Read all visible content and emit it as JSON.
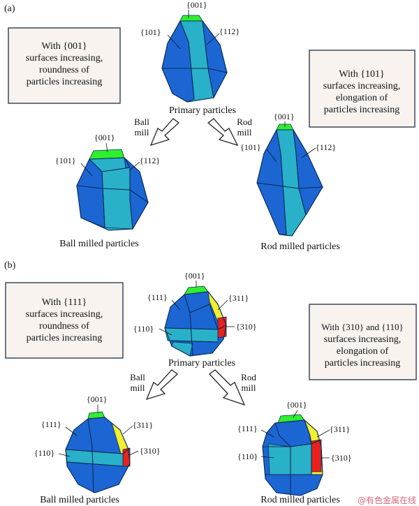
{
  "colors": {
    "face_001": "#2ef02e",
    "face_dark": "#1c66d4",
    "face_cyan": "#29b1c9",
    "face_yellow": "#f4f030",
    "face_red": "#e8211c",
    "edge": "#0a2a52"
  },
  "panel_a": {
    "label": "(a)",
    "box_left": [
      "With {001}",
      "surfaces increasing,",
      "roundness of",
      "particles increasing"
    ],
    "box_right": [
      "With {101}",
      "surfaces increasing,",
      "elongation of",
      "particles increasing"
    ],
    "primary": {
      "caption": "Primary particles",
      "l001": "{001}",
      "l101": "{101}",
      "l112": "{112}"
    },
    "ball": {
      "arrow": [
        "Ball",
        "mill"
      ],
      "caption": "Ball milled particles",
      "l001": "{001}",
      "l101": "{101}",
      "l112": "{112}"
    },
    "rod": {
      "arrow": [
        "Rod",
        "mill"
      ],
      "caption": "Rod milled particles",
      "l001": "{001}",
      "l101": "{101}",
      "l112": "{112}"
    }
  },
  "panel_b": {
    "label": "(b)",
    "box_left": [
      "With {111}",
      "surfaces increasing,",
      "roundness of",
      "particles increasing"
    ],
    "box_right": [
      "With {310} and {110}",
      "surfaces increasing,",
      "elongation of",
      "particles increasing"
    ],
    "primary": {
      "caption": "Primary particles",
      "l001": "{001}",
      "l111": "{111}",
      "l311": "{311}",
      "l110": "{110}",
      "l310": "{310}"
    },
    "ball": {
      "arrow": [
        "Ball",
        "mill"
      ],
      "caption": "Ball milled particles",
      "l001": "{001}",
      "l111": "{111}",
      "l311": "{311}",
      "l110": "{110}",
      "l310": "{310}"
    },
    "rod": {
      "arrow": [
        "Rod",
        "mill"
      ],
      "caption": "Rod milled particles",
      "l001": "{001}",
      "l111": "{111}",
      "l311": "{311}",
      "l110": "{110}",
      "l310": "{310}"
    }
  },
  "watermark": "@有色金属在线"
}
